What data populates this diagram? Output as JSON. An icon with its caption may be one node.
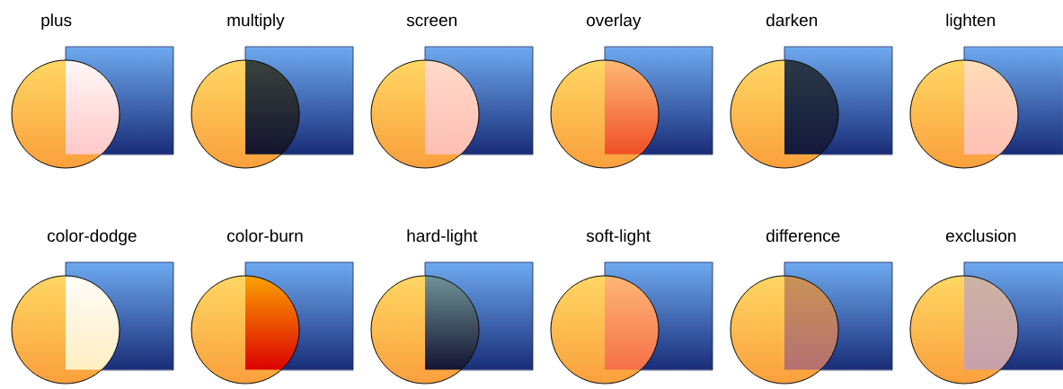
{
  "diagram": {
    "labels": [
      "plus",
      "multiply",
      "screen",
      "overlay",
      "darken",
      "lighten",
      "color-dodge",
      "color-burn",
      "hard-light",
      "soft-light",
      "difference",
      "exclusion"
    ]
  }
}
